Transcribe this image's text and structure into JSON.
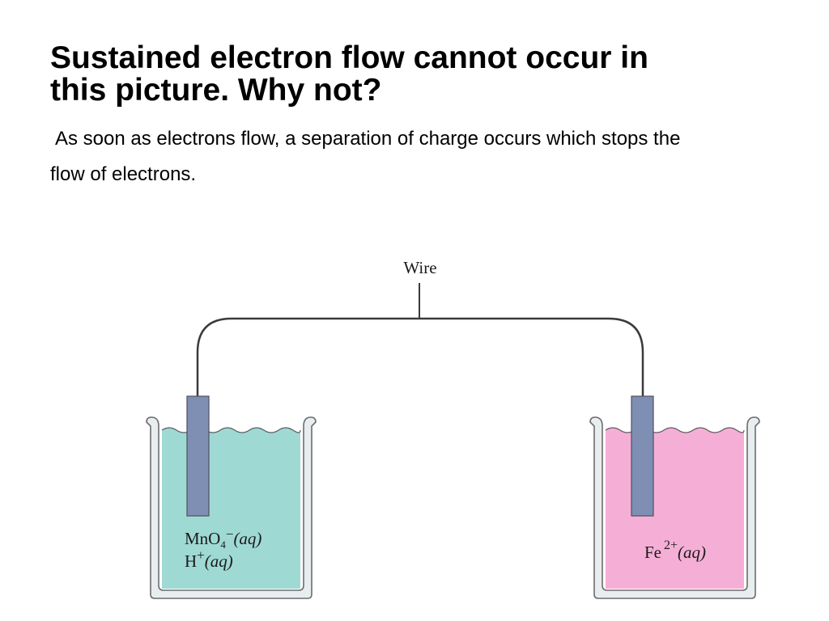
{
  "slide": {
    "title_line1": "Sustained electron flow cannot occur in",
    "title_line2": "this picture.  Why not?",
    "body_line1": "As soon as electrons flow, a separation of charge occurs which stops the",
    "body_line2": "flow of electrons."
  },
  "diagram": {
    "wire_label": "Wire",
    "left_beaker": {
      "solution_color": "#9fd9d4",
      "electrode_color": "#7f8fb3",
      "label_line1": {
        "formula": "MnO",
        "subscript": "4",
        "charge": "−",
        "state": "(aq)"
      },
      "label_line2": {
        "formula": "H",
        "charge": "+",
        "state": "(aq)"
      }
    },
    "right_beaker": {
      "solution_color": "#f5afd6",
      "electrode_color": "#7f8fb3",
      "label": {
        "formula": "Fe",
        "charge": "2+",
        "state": "(aq)"
      }
    }
  }
}
